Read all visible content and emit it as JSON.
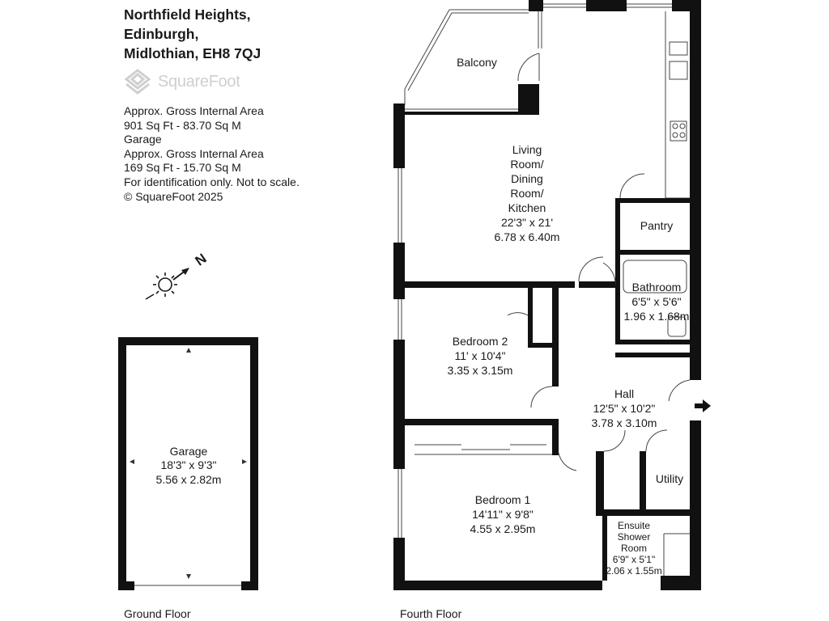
{
  "header": {
    "address_lines": [
      "Northfield Heights,",
      "Edinburgh,",
      "Midlothian, EH8 7QJ"
    ],
    "logo_text": "SquareFoot"
  },
  "area_info": [
    "Approx. Gross Internal Area",
    "901 Sq Ft  -  83.70 Sq M",
    "Garage",
    "Approx. Gross Internal Area",
    "169 Sq Ft  -  15.70 Sq M",
    "For identification only. Not to scale.",
    "© SquareFoot 2025"
  ],
  "compass": {
    "north_label": "N",
    "icons": [
      "sun-icon",
      "north-arrow-icon"
    ]
  },
  "rooms": {
    "garage": {
      "name": "Garage",
      "imperial": "18'3\" x 9'3\"",
      "metric": "5.56 x 2.82m"
    },
    "balcony": {
      "name": "Balcony"
    },
    "living": {
      "name_lines": [
        "Living",
        "Room/",
        "Dining",
        "Room/",
        "Kitchen"
      ],
      "imperial": "22'3\" x 21'",
      "metric": "6.78 x 6.40m"
    },
    "pantry": {
      "name": "Pantry"
    },
    "bathroom": {
      "name": "Bathroom",
      "imperial": "6'5\" x 5'6\"",
      "metric": "1.96 x 1.68m"
    },
    "bedroom2": {
      "name": "Bedroom 2",
      "imperial": "11' x 10'4\"",
      "metric": "3.35 x 3.15m"
    },
    "hall": {
      "name": "Hall",
      "imperial": "12'5\" x 10'2\"",
      "metric": "3.78 x 3.10m"
    },
    "utility": {
      "name": "Utility"
    },
    "bedroom1": {
      "name": "Bedroom 1",
      "imperial": "14'11\" x 9'8\"",
      "metric": "4.55 x 2.95m"
    },
    "ensuite": {
      "name_lines": [
        "Ensuite",
        "Shower",
        "Room"
      ],
      "imperial": "6'9\" x 5'1\"",
      "metric": "2.06 x 1.55m"
    }
  },
  "floors": {
    "ground": "Ground Floor",
    "fourth": "Fourth Floor"
  },
  "colors": {
    "wall": "#111111",
    "line": "#333333",
    "logo": "#cfcfcf"
  }
}
